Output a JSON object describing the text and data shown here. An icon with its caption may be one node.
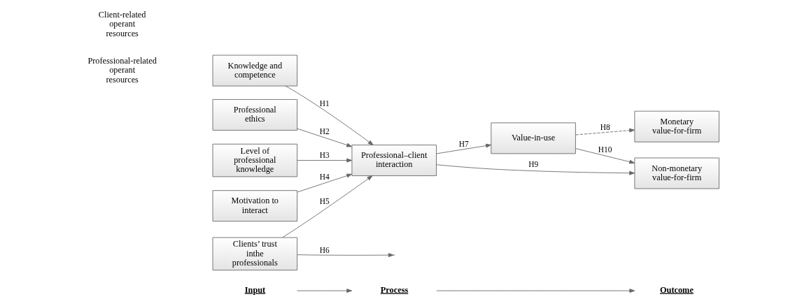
{
  "diagram": {
    "nodes": [
      {
        "text": [
          "Input"
        ]
      },
      {
        "text": [
          "Process"
        ]
      },
      {
        "text": [
          "Outcome"
        ]
      },
      {
        "text": [
          "Knowledge and competence"
        ]
      },
      {
        "text": [
          "Professional ethics"
        ]
      },
      {
        "text": [
          "Level of professional knowledge"
        ]
      },
      {
        "text": [
          "Motivation to interact"
        ]
      },
      {
        "text": [
          "Clients’ trust inthe professionals"
        ]
      },
      {
        "text": [
          "Professional–client interaction"
        ]
      },
      {
        "text": [
          "Value-in-use"
        ]
      },
      {
        "text": [
          "Monetary value-for-firm"
        ]
      },
      {
        "text": [
          "Non-monetary value-for-firm"
        ]
      }
    ],
    "edges": [
      {
        "from": 0,
        "to": 1,
        "arrow": "to"
      },
      {
        "from": 1,
        "to": 2,
        "arrow": "to"
      },
      {
        "from": 3,
        "to": 8,
        "arrow": "to",
        "label": "H1"
      },
      {
        "from": 4,
        "to": 8,
        "arrow": "to",
        "label": "H2"
      },
      {
        "from": 5,
        "to": 8,
        "arrow": "to",
        "label": "H3"
      },
      {
        "from": 6,
        "to": 8,
        "arrow": "to",
        "label": "H4"
      },
      {
        "from": 7,
        "to": 8,
        "arrow": "to",
        "label": "H5"
      },
      {
        "from": 7,
        "to": null,
        "arrow": "to",
        "label": "H6"
      },
      {
        "from": 8,
        "to": 9,
        "arrow": "to",
        "label": "H7"
      },
      {
        "from": 9,
        "to": 10,
        "arrow": "to",
        "label": "H8",
        "style": "dashed"
      },
      {
        "from": 9,
        "to": 11,
        "arrow": "to",
        "label": "H10"
      },
      {
        "from": 8,
        "to": 11,
        "arrow": "to",
        "label": "H9"
      }
    ],
    "labels": [
      "Professional-related operant resources",
      "Client-related operant resources"
    ]
  }
}
